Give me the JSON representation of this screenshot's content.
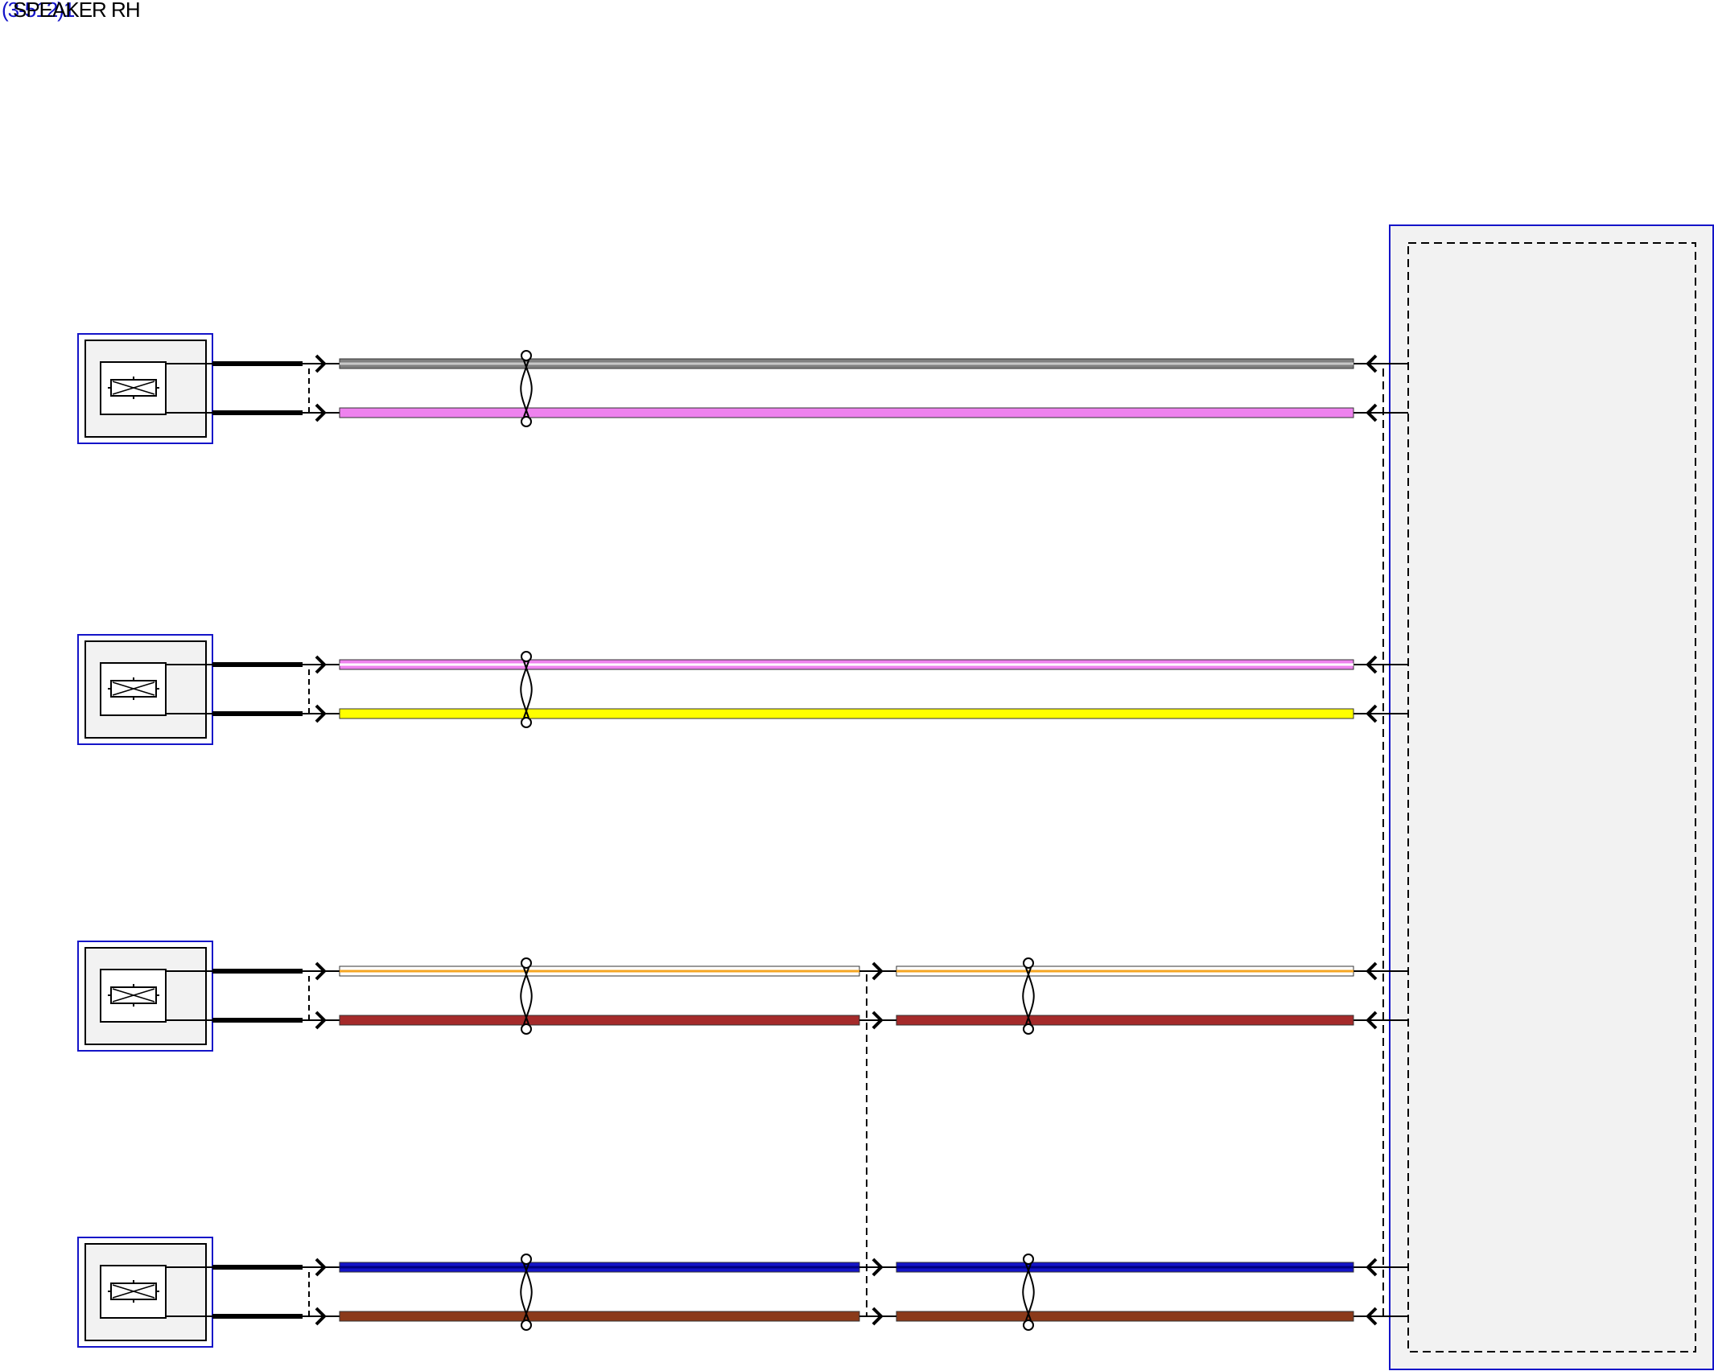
{
  "caption": {
    "ref": "(3‑512)1",
    "text": "SPEAKER RH"
  },
  "colors": {
    "connector_frame": "#1414c8",
    "module_fill": "#f2f2f2",
    "line": "#000000"
  },
  "speakers": [
    {
      "name": "speaker-1",
      "wires": [
        {
          "color": "#808080",
          "stripe": "#c8c8c8"
        },
        {
          "color": "#ee82ee",
          "stripe": null
        }
      ],
      "split": false
    },
    {
      "name": "speaker-2",
      "wires": [
        {
          "color": "#ee82ee",
          "stripe": "#ffffff"
        },
        {
          "color": "#ffff00",
          "stripe": null
        }
      ],
      "split": false
    },
    {
      "name": "speaker-3",
      "wires": [
        {
          "color": "#ffffff",
          "stripe": "#f5a623"
        },
        {
          "color": "#a52a2a",
          "stripe": null
        }
      ],
      "split": true
    },
    {
      "name": "speaker-4",
      "wires": [
        {
          "color": "#1414c8",
          "stripe": "#000080"
        },
        {
          "color": "#8b3a1a",
          "stripe": null
        }
      ],
      "split": true
    }
  ]
}
